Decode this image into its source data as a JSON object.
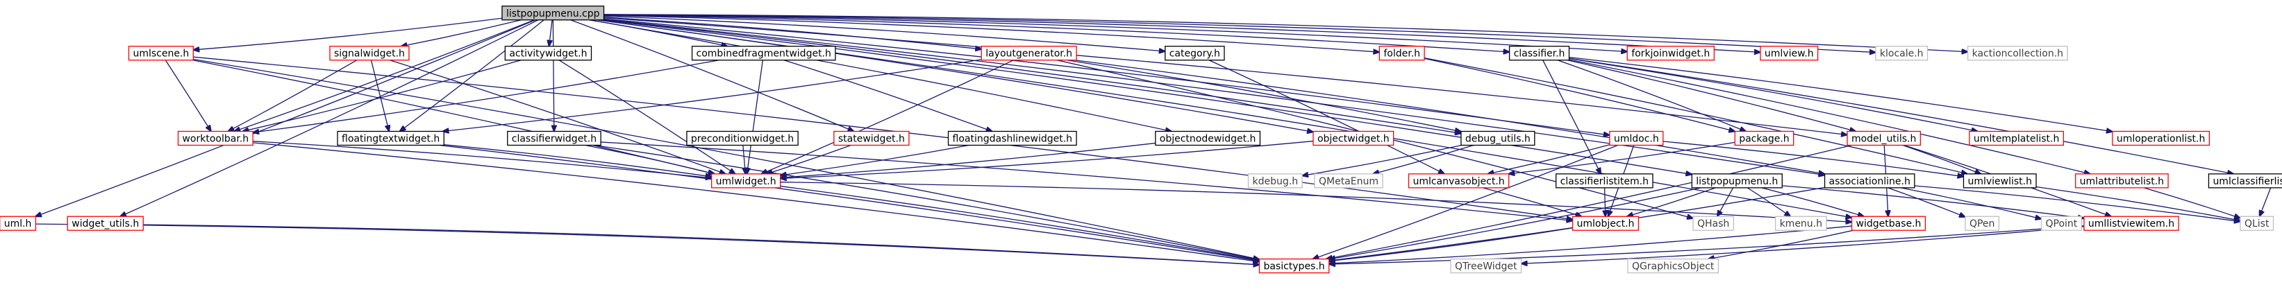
{
  "diagram": {
    "type": "include-dependency-graph",
    "colors": {
      "edge": "#191970",
      "root_fill": "#bfbfbf",
      "root_border": "#000000",
      "documented_border": "#ff0000",
      "plain_border": "#000000",
      "external_border": "#bfbfbf",
      "external_text": "#404040",
      "text": "#000000"
    },
    "root": "listpopupmenu.cpp",
    "nodes": [
      {
        "id": "listpopupmenu_cpp",
        "label": "listpopupmenu.cpp",
        "kind": "root"
      },
      {
        "id": "umlscene_h",
        "label": "umlscene.h",
        "kind": "red"
      },
      {
        "id": "signalwidget_h",
        "label": "signalwidget.h",
        "kind": "red"
      },
      {
        "id": "activitywidget_h",
        "label": "activitywidget.h",
        "kind": "plain"
      },
      {
        "id": "combinedfragmentwidget_h",
        "label": "combinedfragmentwidget.h",
        "kind": "plain"
      },
      {
        "id": "layoutgenerator_h",
        "label": "layoutgenerator.h",
        "kind": "red"
      },
      {
        "id": "category_h",
        "label": "category.h",
        "kind": "plain"
      },
      {
        "id": "folder_h",
        "label": "folder.h",
        "kind": "red"
      },
      {
        "id": "classifier_h",
        "label": "classifier.h",
        "kind": "plain"
      },
      {
        "id": "forkjoinwidget_h",
        "label": "forkjoinwidget.h",
        "kind": "red"
      },
      {
        "id": "umlview_h",
        "label": "umlview.h",
        "kind": "red"
      },
      {
        "id": "klocale_h",
        "label": "klocale.h",
        "kind": "external"
      },
      {
        "id": "kactioncollection_h",
        "label": "kactioncollection.h",
        "kind": "external"
      },
      {
        "id": "worktoolbar_h",
        "label": "worktoolbar.h",
        "kind": "red"
      },
      {
        "id": "floatingtextwidget_h",
        "label": "floatingtextwidget.h",
        "kind": "plain"
      },
      {
        "id": "classifierwidget_h",
        "label": "classifierwidget.h",
        "kind": "plain"
      },
      {
        "id": "preconditionwidget_h",
        "label": "preconditionwidget.h",
        "kind": "plain"
      },
      {
        "id": "statewidget_h",
        "label": "statewidget.h",
        "kind": "red"
      },
      {
        "id": "floatingdashlinewidget_h",
        "label": "floatingdashlinewidget.h",
        "kind": "plain"
      },
      {
        "id": "objectnodewidget_h",
        "label": "objectnodewidget.h",
        "kind": "plain"
      },
      {
        "id": "objectwidget_h",
        "label": "objectwidget.h",
        "kind": "red"
      },
      {
        "id": "debug_utils_h",
        "label": "debug_utils.h",
        "kind": "plain"
      },
      {
        "id": "umldoc_h",
        "label": "umldoc.h",
        "kind": "red"
      },
      {
        "id": "package_h",
        "label": "package.h",
        "kind": "red"
      },
      {
        "id": "model_utils_h",
        "label": "model_utils.h",
        "kind": "red"
      },
      {
        "id": "umltemplatelist_h",
        "label": "umltemplatelist.h",
        "kind": "red"
      },
      {
        "id": "umloperationlist_h",
        "label": "umloperationlist.h",
        "kind": "red"
      },
      {
        "id": "umlwidget_h",
        "label": "umlwidget.h",
        "kind": "red"
      },
      {
        "id": "kdebug_h",
        "label": "kdebug.h",
        "kind": "external"
      },
      {
        "id": "qmetaenum",
        "label": "QMetaEnum",
        "kind": "external"
      },
      {
        "id": "umlcanvasobject_h",
        "label": "umlcanvasobject.h",
        "kind": "red"
      },
      {
        "id": "classifierlistitem_h",
        "label": "classifierlistitem.h",
        "kind": "plain"
      },
      {
        "id": "listpopupmenu_h",
        "label": "listpopupmenu.h",
        "kind": "plain"
      },
      {
        "id": "associationline_h",
        "label": "associationline.h",
        "kind": "plain"
      },
      {
        "id": "umlviewlist_h",
        "label": "umlviewlist.h",
        "kind": "plain"
      },
      {
        "id": "umlattributelist_h",
        "label": "umlattributelist.h",
        "kind": "red"
      },
      {
        "id": "umlclassifierlistitemlist_h",
        "label": "umlclassifierlistitemlist.h",
        "kind": "plain"
      },
      {
        "id": "uml_h",
        "label": "uml.h",
        "kind": "red"
      },
      {
        "id": "widget_utils_h",
        "label": "widget_utils.h",
        "kind": "red"
      },
      {
        "id": "umlobject_h",
        "label": "umlobject.h",
        "kind": "red"
      },
      {
        "id": "qhash",
        "label": "QHash",
        "kind": "external"
      },
      {
        "id": "kmenu_h",
        "label": "kmenu.h",
        "kind": "external"
      },
      {
        "id": "widgetbase_h",
        "label": "widgetbase.h",
        "kind": "red"
      },
      {
        "id": "qpen",
        "label": "QPen",
        "kind": "external"
      },
      {
        "id": "qpoint",
        "label": "QPoint",
        "kind": "external"
      },
      {
        "id": "umllistviewitem_h",
        "label": "umllistviewitem.h",
        "kind": "red"
      },
      {
        "id": "qlist",
        "label": "QList",
        "kind": "external"
      },
      {
        "id": "basictypes_h",
        "label": "basictypes.h",
        "kind": "red"
      },
      {
        "id": "qtreewidget",
        "label": "QTreeWidget",
        "kind": "external"
      },
      {
        "id": "qgraphicsobject",
        "label": "QGraphicsObject",
        "kind": "external"
      }
    ],
    "edges": [
      [
        "listpopupmenu_cpp",
        "umlscene_h"
      ],
      [
        "listpopupmenu_cpp",
        "signalwidget_h"
      ],
      [
        "listpopupmenu_cpp",
        "activitywidget_h"
      ],
      [
        "listpopupmenu_cpp",
        "combinedfragmentwidget_h"
      ],
      [
        "listpopupmenu_cpp",
        "layoutgenerator_h"
      ],
      [
        "listpopupmenu_cpp",
        "category_h"
      ],
      [
        "listpopupmenu_cpp",
        "folder_h"
      ],
      [
        "listpopupmenu_cpp",
        "classifier_h"
      ],
      [
        "listpopupmenu_cpp",
        "forkjoinwidget_h"
      ],
      [
        "listpopupmenu_cpp",
        "umlview_h"
      ],
      [
        "listpopupmenu_cpp",
        "klocale_h"
      ],
      [
        "listpopupmenu_cpp",
        "kactioncollection_h"
      ],
      [
        "listpopupmenu_cpp",
        "uml_h"
      ],
      [
        "listpopupmenu_cpp",
        "widget_utils_h"
      ],
      [
        "listpopupmenu_cpp",
        "worktoolbar_h"
      ],
      [
        "listpopupmenu_cpp",
        "floatingtextwidget_h"
      ],
      [
        "listpopupmenu_cpp",
        "classifierwidget_h"
      ],
      [
        "listpopupmenu_cpp",
        "statewidget_h"
      ],
      [
        "listpopupmenu_cpp",
        "objectnodewidget_h"
      ],
      [
        "listpopupmenu_cpp",
        "objectwidget_h"
      ],
      [
        "listpopupmenu_cpp",
        "debug_utils_h"
      ],
      [
        "listpopupmenu_cpp",
        "umldoc_h"
      ],
      [
        "listpopupmenu_cpp",
        "model_utils_h"
      ],
      [
        "listpopupmenu_cpp",
        "listpopupmenu_h"
      ],
      [
        "listpopupmenu_cpp",
        "associationline_h"
      ],
      [
        "listpopupmenu_cpp",
        "widgetbase_h"
      ],
      [
        "umlscene_h",
        "worktoolbar_h"
      ],
      [
        "umlscene_h",
        "umlwidget_h"
      ],
      [
        "umlscene_h",
        "umlobject_h"
      ],
      [
        "umlscene_h",
        "basictypes_h"
      ],
      [
        "signalwidget_h",
        "worktoolbar_h"
      ],
      [
        "signalwidget_h",
        "floatingtextwidget_h"
      ],
      [
        "signalwidget_h",
        "umlwidget_h"
      ],
      [
        "activitywidget_h",
        "worktoolbar_h"
      ],
      [
        "activitywidget_h",
        "umlwidget_h"
      ],
      [
        "combinedfragmentwidget_h",
        "floatingdashlinewidget_h"
      ],
      [
        "combinedfragmentwidget_h",
        "umlwidget_h"
      ],
      [
        "combinedfragmentwidget_h",
        "worktoolbar_h"
      ],
      [
        "layoutgenerator_h",
        "floatingtextwidget_h"
      ],
      [
        "layoutgenerator_h",
        "debug_utils_h"
      ],
      [
        "layoutgenerator_h",
        "associationline_h"
      ],
      [
        "layoutgenerator_h",
        "qhash"
      ],
      [
        "layoutgenerator_h",
        "umlwidget_h"
      ],
      [
        "category_h",
        "umlcanvasobject_h"
      ],
      [
        "folder_h",
        "package_h"
      ],
      [
        "folder_h",
        "umlviewlist_h"
      ],
      [
        "classifier_h",
        "package_h"
      ],
      [
        "classifier_h",
        "model_utils_h"
      ],
      [
        "classifier_h",
        "umltemplatelist_h"
      ],
      [
        "classifier_h",
        "umloperationlist_h"
      ],
      [
        "classifier_h",
        "umlattributelist_h"
      ],
      [
        "classifier_h",
        "umlclassifierlistitemlist_h"
      ],
      [
        "classifier_h",
        "classifierlistitem_h"
      ],
      [
        "worktoolbar_h",
        "basictypes_h"
      ],
      [
        "worktoolbar_h",
        "umlwidget_h"
      ],
      [
        "floatingtextwidget_h",
        "umlwidget_h"
      ],
      [
        "floatingtextwidget_h",
        "basictypes_h"
      ],
      [
        "classifierwidget_h",
        "umlwidget_h"
      ],
      [
        "classifierwidget_h",
        "basictypes_h"
      ],
      [
        "classifierwidget_h",
        "umlobject_h"
      ],
      [
        "preconditionwidget_h",
        "umlwidget_h"
      ],
      [
        "statewidget_h",
        "umlwidget_h"
      ],
      [
        "floatingdashlinewidget_h",
        "umlwidget_h"
      ],
      [
        "objectnodewidget_h",
        "umlwidget_h"
      ],
      [
        "objectwidget_h",
        "umlwidget_h"
      ],
      [
        "debug_utils_h",
        "kdebug_h"
      ],
      [
        "debug_utils_h",
        "qmetaenum"
      ],
      [
        "umldoc_h",
        "umlcanvasobject_h"
      ],
      [
        "umldoc_h",
        "umlobject_h"
      ],
      [
        "umldoc_h",
        "umlviewlist_h"
      ],
      [
        "umldoc_h",
        "basictypes_h"
      ],
      [
        "package_h",
        "umlcanvasobject_h"
      ],
      [
        "model_utils_h",
        "umlviewlist_h"
      ],
      [
        "model_utils_h",
        "umllistviewitem_h"
      ],
      [
        "model_utils_h",
        "widgetbase_h"
      ],
      [
        "model_utils_h",
        "basictypes_h"
      ],
      [
        "umlwidget_h",
        "widgetbase_h"
      ],
      [
        "umlwidget_h",
        "basictypes_h"
      ],
      [
        "umlcanvasobject_h",
        "umlobject_h"
      ],
      [
        "classifierlistitem_h",
        "umlobject_h"
      ],
      [
        "listpopupmenu_h",
        "umlobject_h"
      ],
      [
        "listpopupmenu_h",
        "kmenu_h"
      ],
      [
        "listpopupmenu_h",
        "widgetbase_h"
      ],
      [
        "listpopupmenu_h",
        "basictypes_h"
      ],
      [
        "listpopupmenu_h",
        "qhash"
      ],
      [
        "listpopupmenu_h",
        "umllistviewitem_h"
      ],
      [
        "associationline_h",
        "qpen"
      ],
      [
        "associationline_h",
        "qpoint"
      ],
      [
        "associationline_h",
        "qlist"
      ],
      [
        "associationline_h",
        "basictypes_h"
      ],
      [
        "umlviewlist_h",
        "qlist"
      ],
      [
        "umlattributelist_h",
        "qlist"
      ],
      [
        "umlclassifierlistitemlist_h",
        "qlist"
      ],
      [
        "uml_h",
        "basictypes_h"
      ],
      [
        "widget_utils_h",
        "basictypes_h"
      ],
      [
        "umlobject_h",
        "basictypes_h"
      ],
      [
        "widgetbase_h",
        "basictypes_h"
      ],
      [
        "widgetbase_h",
        "qgraphicsobject"
      ],
      [
        "umllistviewitem_h",
        "basictypes_h"
      ],
      [
        "umllistviewitem_h",
        "qtreewidget"
      ]
    ]
  }
}
